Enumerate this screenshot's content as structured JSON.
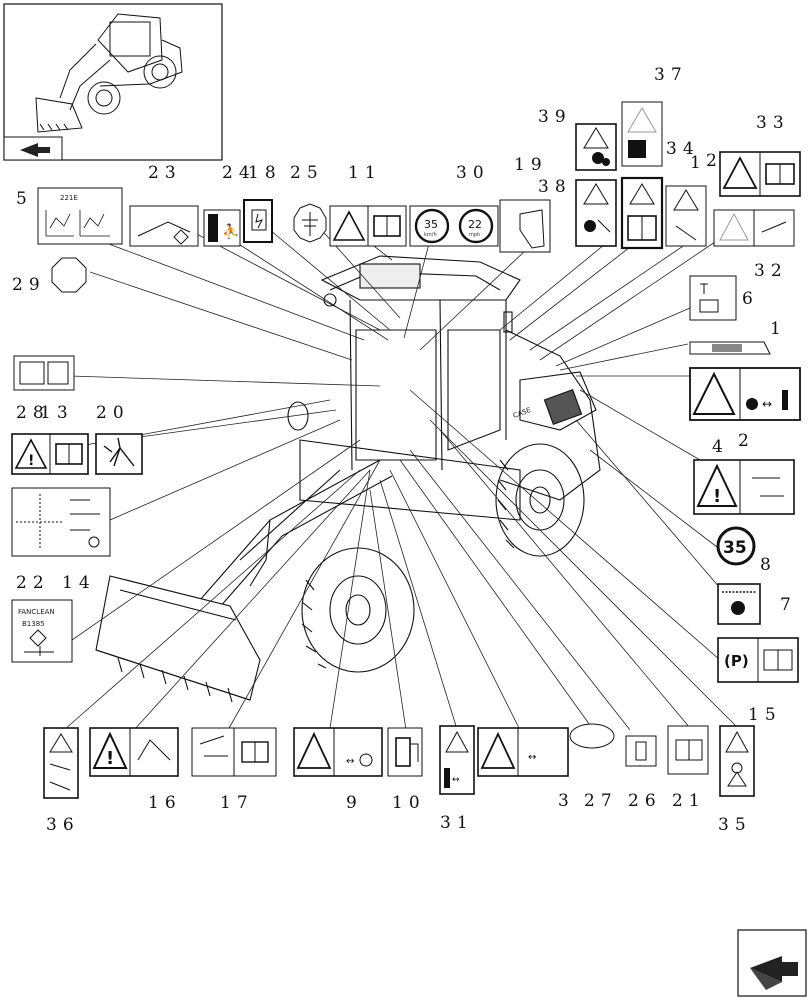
{
  "callouts": {
    "c1a": "1",
    "c2a": "2",
    "c3": "3",
    "c4": "4",
    "c5": "5",
    "c6": "6",
    "c7": "7",
    "c8": "8",
    "c9": "9",
    "c10": "10",
    "c11": "11",
    "c13": "13",
    "c14": "14",
    "c15": "15",
    "c16": "16",
    "c17": "17",
    "c18": "18",
    "c19": "19",
    "c20": "20",
    "c21": "21",
    "c22": "22",
    "c23": "23",
    "c24": "24",
    "c25": "25",
    "c26": "26",
    "c27": "27",
    "c28": "28",
    "c29": "29",
    "c30": "30",
    "c31": "31",
    "c32": "32",
    "c33": "33",
    "c34": "34",
    "c1b": "1",
    "c2b": "2",
    "c35": "35",
    "c36": "36",
    "c37": "37",
    "c38": "38",
    "c39": "39"
  },
  "decals": {
    "speed_kmh": "35",
    "speed_kmh_unit": "km/h",
    "speed_mph": "22",
    "speed_mph_unit": "mph",
    "speed_35": "35",
    "parking": "(P)",
    "decal5_model": "221E",
    "decal22_line1": "FANCLEAN",
    "decal22_line2": "B1385",
    "brand": "CASE"
  }
}
